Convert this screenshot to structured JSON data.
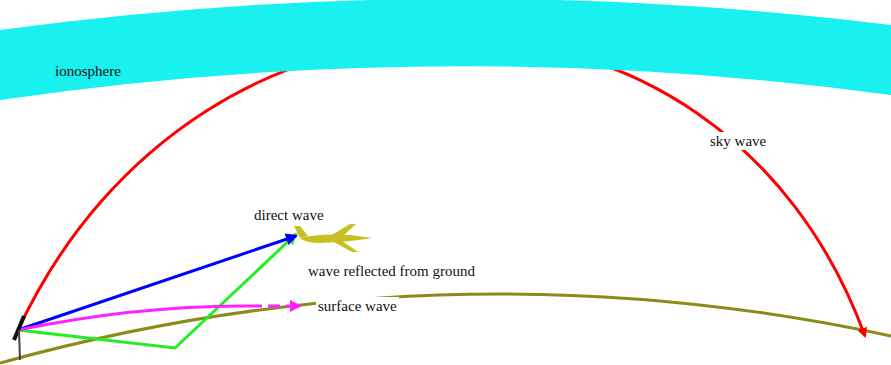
{
  "diagram": {
    "nodes": [
      {
        "text": [
          "ionosphere"
        ]
      }
    ],
    "labels": [
      "sky wave",
      "direct wave",
      "wave reflected from ground",
      "surface wave"
    ]
  }
}
